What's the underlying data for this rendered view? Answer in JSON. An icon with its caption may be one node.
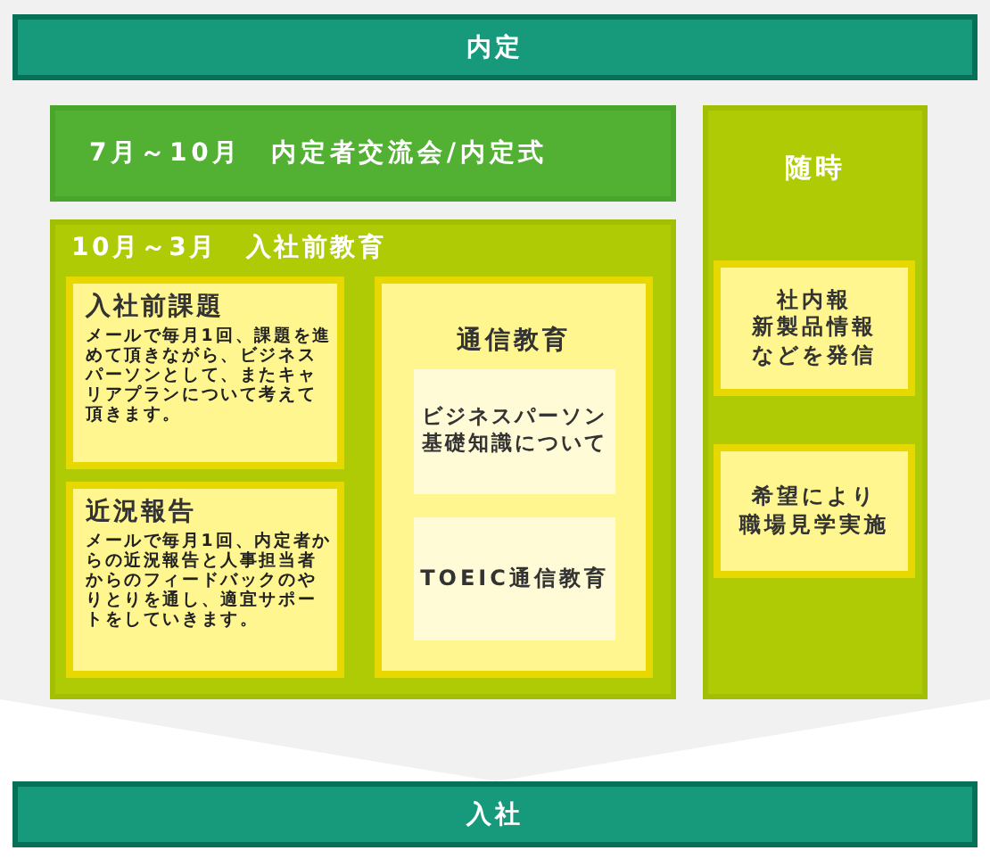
{
  "diagram": {
    "nodes": [
      {
        "text": [
          "内定"
        ]
      },
      {
        "text": [
          "7月～10月　内定者交流会/内定式"
        ]
      },
      {
        "text": [
          "随時"
        ]
      },
      {
        "text": [
          "10月～3月　入社前教育"
        ]
      },
      {
        "text": [
          "入社前課題",
          "メールで毎月1回、課題を進めて頂きながら、ビジネスパーソンとして、またキャリアプランについて考えて頂きます。"
        ],
        "in": 3
      },
      {
        "text": [
          "近況報告",
          "メールで毎月1回、内定者からの近況報告と人事担当者からのフィードバックのやりとりを通し、適宜サポートをしていきます。"
        ],
        "in": 3
      },
      {
        "text": [
          "通信教育"
        ],
        "in": 3
      },
      {
        "text": [
          "ビジネスパーソン基礎知識について"
        ],
        "in": 6
      },
      {
        "text": [
          "TOEIC通信教育"
        ],
        "in": 6
      },
      {
        "text": [
          "社内報新製品情報などを発信"
        ],
        "in": 2
      },
      {
        "text": [
          "希望により職場見学実施"
        ],
        "in": 2
      },
      {
        "text": [
          "入社"
        ]
      }
    ]
  }
}
